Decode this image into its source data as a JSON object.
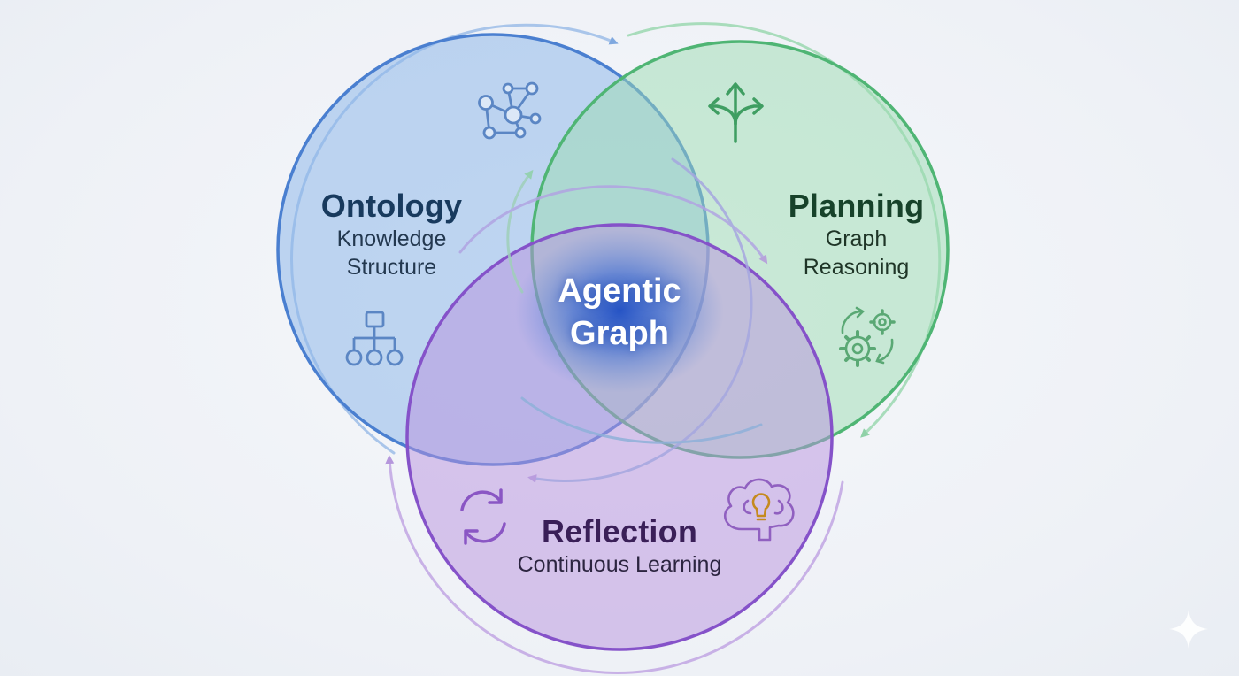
{
  "colors": {
    "ontology": "#4a7fd0",
    "planning": "#4fb574",
    "reflection": "#8552c9",
    "center_glow": "#2458c8"
  },
  "ontology": {
    "title": "Ontology",
    "subtitle_line1": "Knowledge",
    "subtitle_line2": "Structure",
    "icons": [
      "network-graph-icon",
      "hierarchy-tree-icon"
    ]
  },
  "planning": {
    "title": "Planning",
    "subtitle_line1": "Graph",
    "subtitle_line2": "Reasoning",
    "icons": [
      "split-arrows-icon",
      "gears-cycle-icon"
    ]
  },
  "reflection": {
    "title": "Reflection",
    "subtitle": "Continuous Learning",
    "icons": [
      "refresh-cycle-icon",
      "brain-lightbulb-icon"
    ]
  },
  "center": {
    "line1": "Agentic",
    "line2": "Graph"
  }
}
